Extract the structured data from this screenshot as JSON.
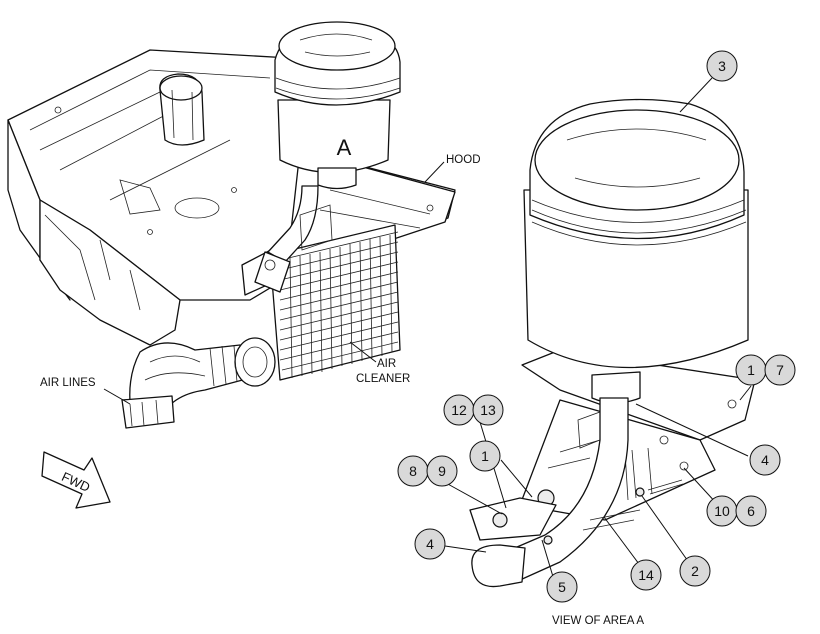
{
  "labels": {
    "area_letter": "A",
    "hood": "HOOD",
    "air_cleaner_line1": "AIR",
    "air_cleaner_line2": "CLEANER",
    "air_lines": "AIR LINES",
    "fwd": "FWD",
    "view": "VIEW OF AREA  A"
  },
  "callouts": {
    "c3": "3",
    "c1a": "1",
    "c7": "7",
    "c4a": "4",
    "c12": "12",
    "c13": "13",
    "c1b": "1",
    "c8": "8",
    "c9": "9",
    "c10": "10",
    "c6": "6",
    "c4b": "4",
    "c5": "5",
    "c14": "14",
    "c2": "2"
  }
}
